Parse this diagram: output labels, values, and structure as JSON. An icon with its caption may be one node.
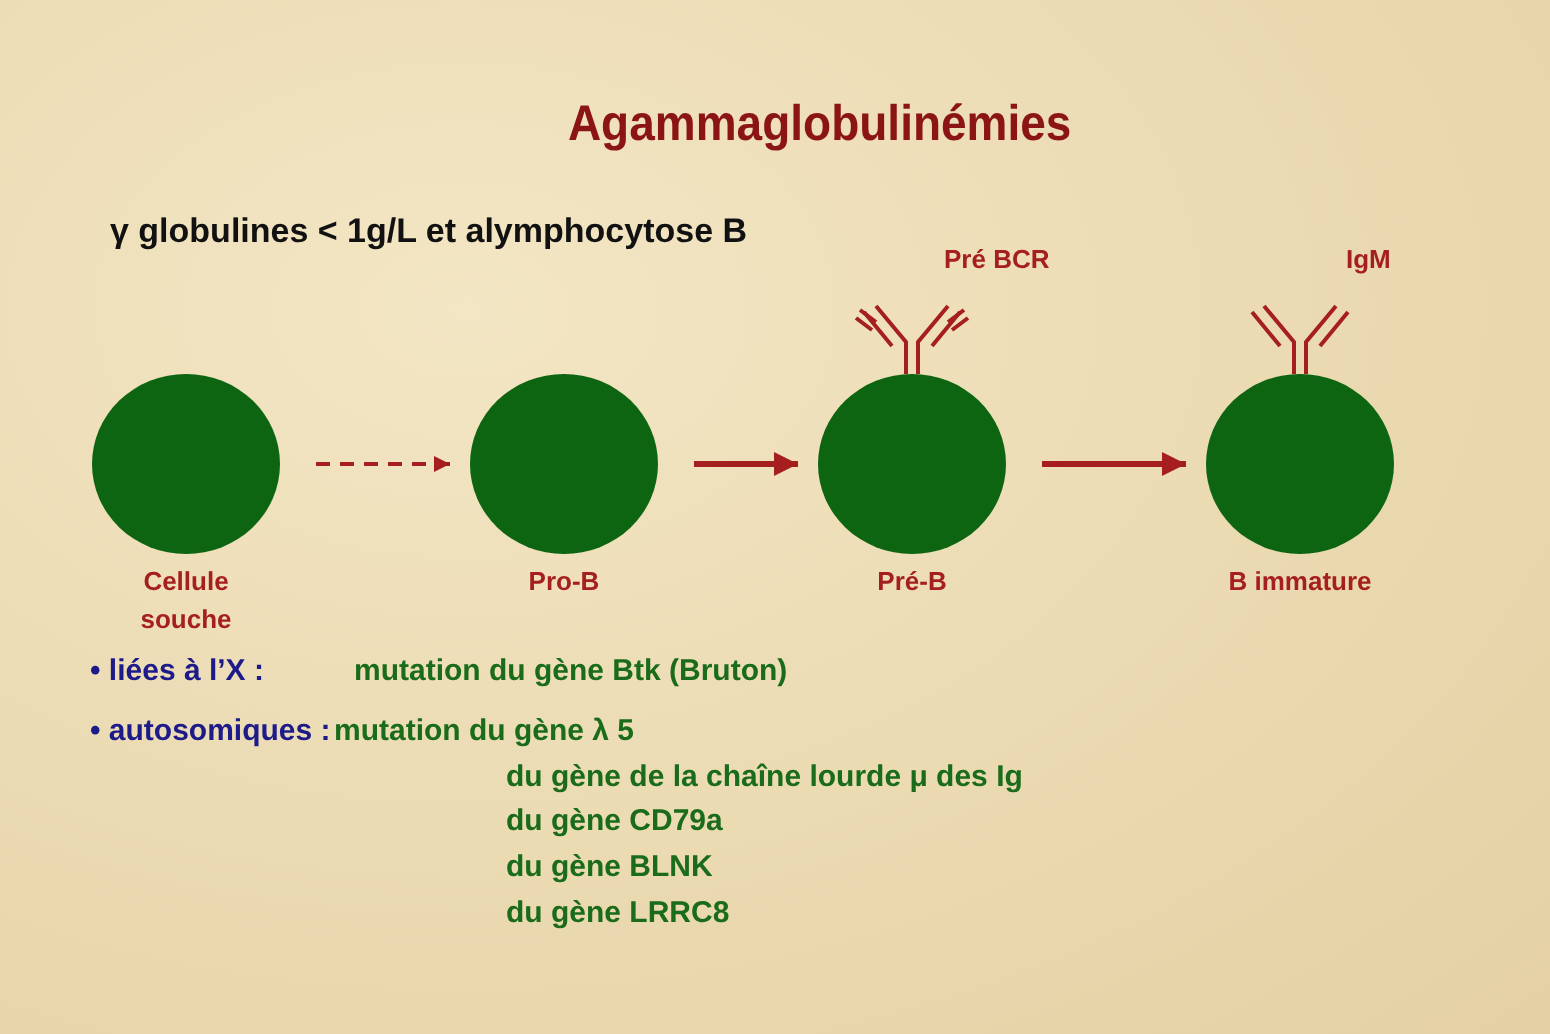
{
  "diagram": {
    "title": "Agammaglobulinémies",
    "nodes": [
      {
        "text": [],
        "shape": "circle",
        "beside": [
          "Cellule souche"
        ]
      },
      {
        "text": [],
        "shape": "circle",
        "beside": [
          "Pro-B"
        ]
      },
      {
        "text": [],
        "shape": "circle",
        "beside": [
          "Pré-B"
        ]
      },
      {
        "text": [],
        "shape": "circle",
        "beside": [
          "B immature"
        ]
      }
    ],
    "edges": [
      {
        "from": 0,
        "to": 1,
        "arrow": "to",
        "style": "dashed"
      },
      {
        "from": 1,
        "to": 2,
        "arrow": "to"
      },
      {
        "from": 2,
        "to": 3,
        "arrow": "to"
      }
    ],
    "labels": [
      "γ globulines < 1g/L et alymphocytose B",
      "Pré BCR",
      "IgM",
      "• liées à l’X :",
      "mutation du gène Btk (Bruton)",
      "• autosomiques :",
      "mutation du gène λ 5",
      "du gène de la chaîne lourde μ des Ig",
      "du gène CD79a",
      "du gène BLNK",
      "du gène LRRC8"
    ]
  }
}
